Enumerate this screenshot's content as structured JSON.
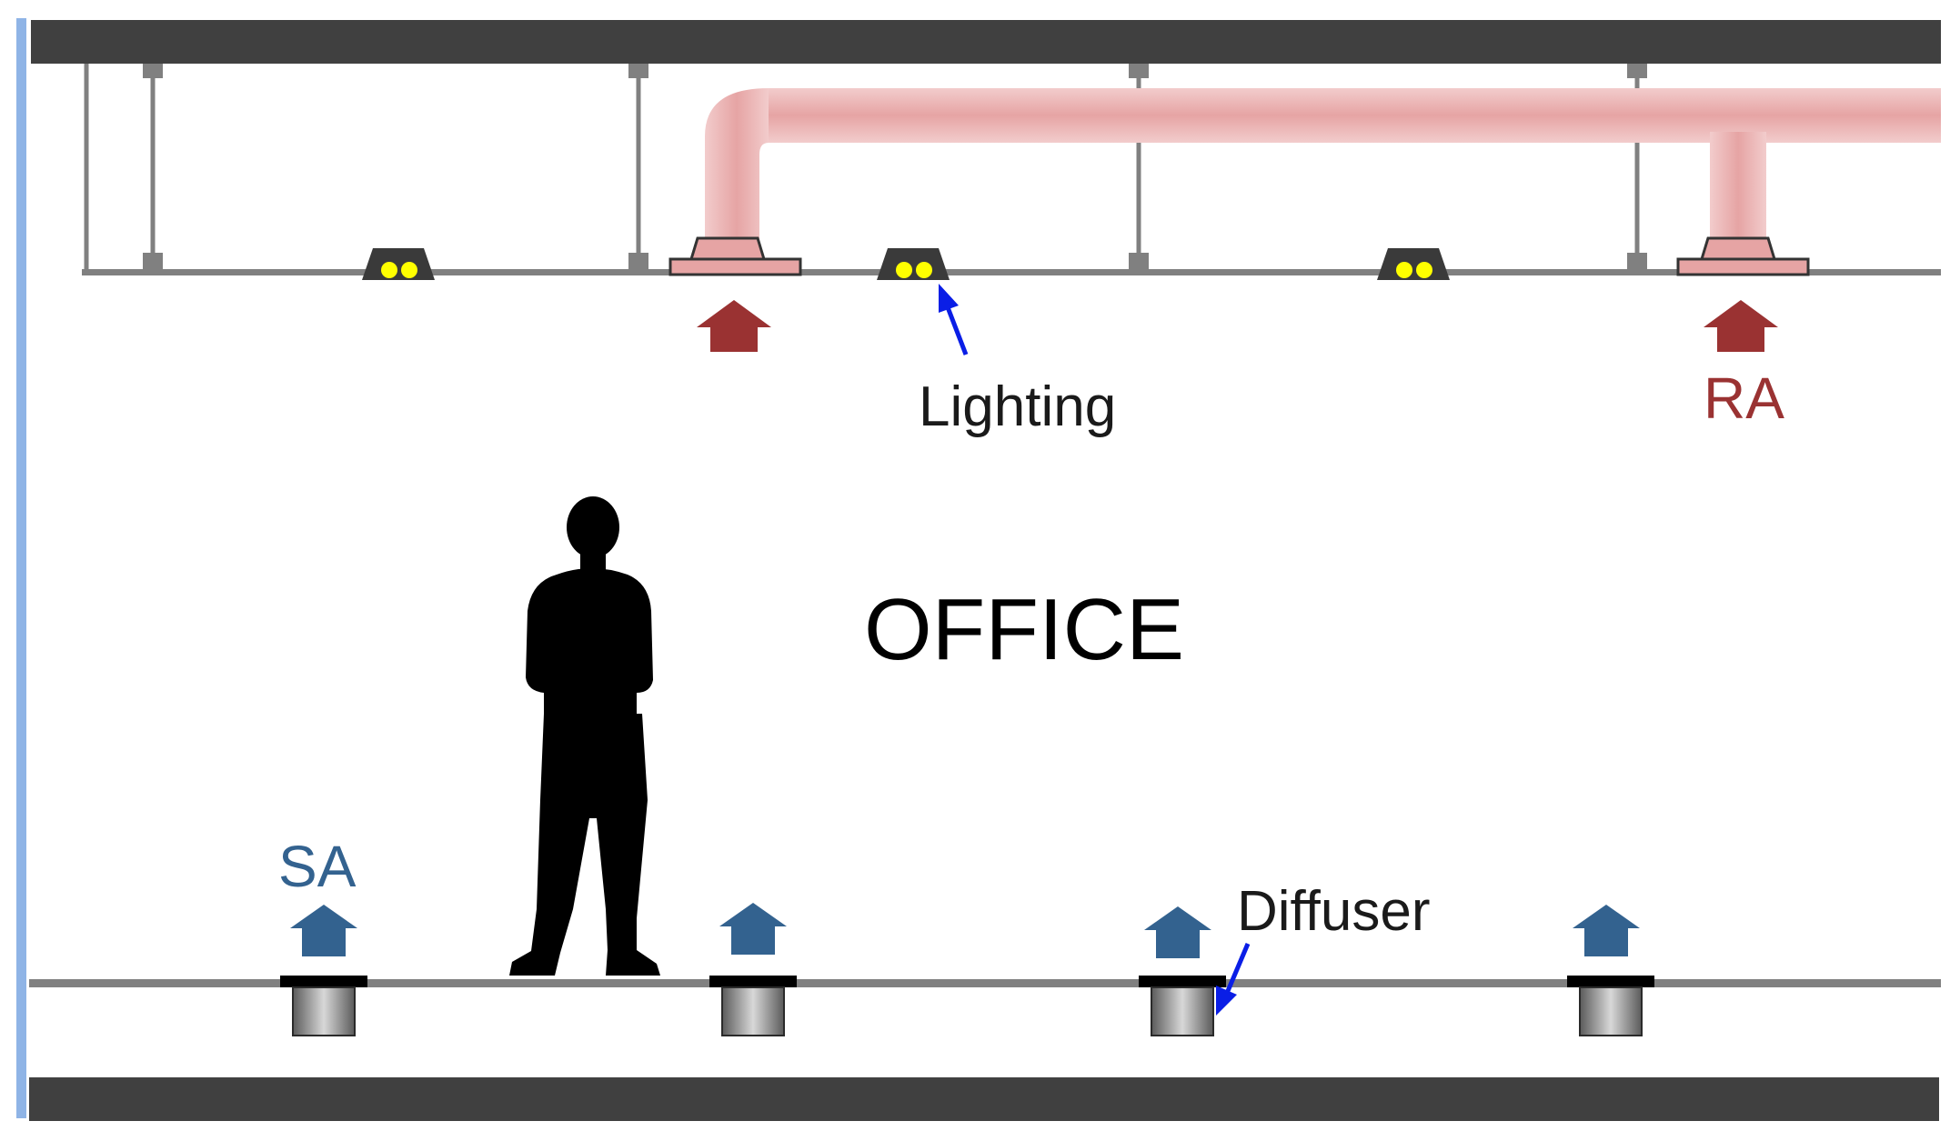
{
  "labels": {
    "office": "OFFICE",
    "lighting": "Lighting",
    "ra": "RA",
    "sa": "SA",
    "diffuser": "Diffuser"
  },
  "icons": {
    "person": "person-silhouette-icon",
    "supply_arrow": "up-arrow-icon",
    "return_arrow": "up-arrow-icon",
    "light": "ceiling-light-icon",
    "diffuser": "floor-diffuser-icon"
  },
  "colors": {
    "slab": "#404040",
    "frame": "#808080",
    "duct": "#e8a0a0",
    "return_air": "#9a3232",
    "supply_air": "#33628f",
    "pointer": "#0a1ee6",
    "light_bulb": "#ffff00",
    "wall": "#8fb4e6"
  }
}
